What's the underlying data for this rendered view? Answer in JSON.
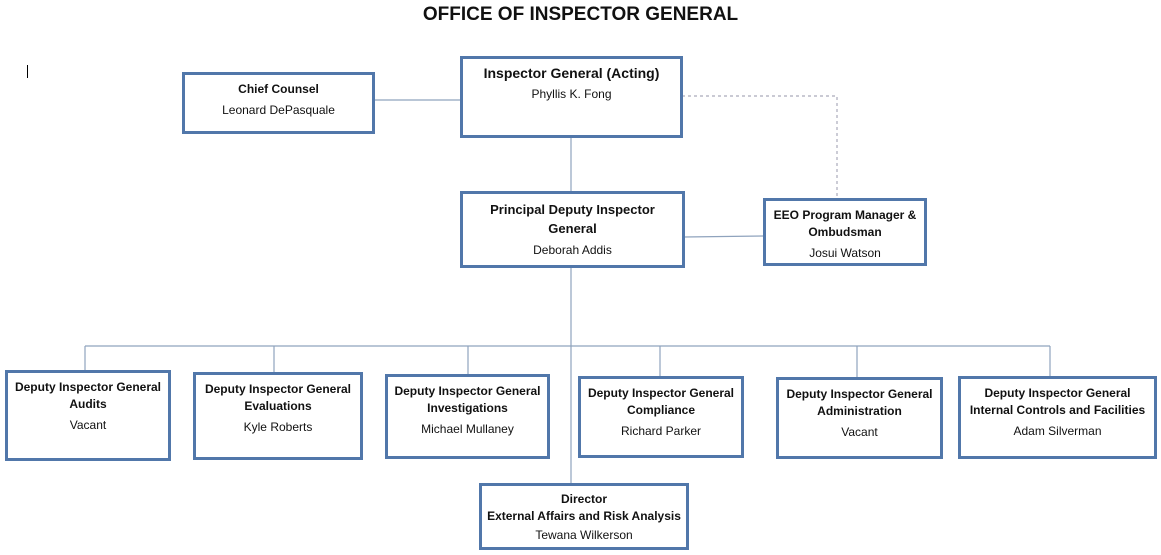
{
  "title": "OFFICE OF INSPECTOR GENERAL",
  "colors": {
    "box_border": "#5177aa",
    "connector": "#8fa3bd"
  },
  "boxes": {
    "chief_counsel": {
      "title": "Chief Counsel",
      "name": "Leonard DePasquale"
    },
    "ig": {
      "title": "Inspector General (Acting)",
      "name": "Phyllis K. Fong"
    },
    "pdig": {
      "title": "Principal Deputy Inspector\nGeneral",
      "name": "Deborah Addis"
    },
    "eeo": {
      "title": "EEO Program Manager &\nOmbudsman",
      "name": "Josui Watson"
    },
    "audits": {
      "title": "Deputy Inspector General\nAudits",
      "name": "Vacant"
    },
    "evaluations": {
      "title": "Deputy Inspector General\nEvaluations",
      "name": "Kyle Roberts"
    },
    "investigations": {
      "title": "Deputy Inspector General\nInvestigations",
      "name": "Michael Mullaney"
    },
    "compliance": {
      "title": "Deputy Inspector General\nCompliance",
      "name": "Richard Parker"
    },
    "administration": {
      "title": "Deputy Inspector General\nAdministration",
      "name": "Vacant"
    },
    "internal_controls": {
      "title": "Deputy Inspector General\nInternal Controls and Facilities",
      "name": "Adam Silverman"
    },
    "external_affairs": {
      "title": "Director\nExternal Affairs and Risk Analysis",
      "name": "Tewana Wilkerson"
    }
  }
}
